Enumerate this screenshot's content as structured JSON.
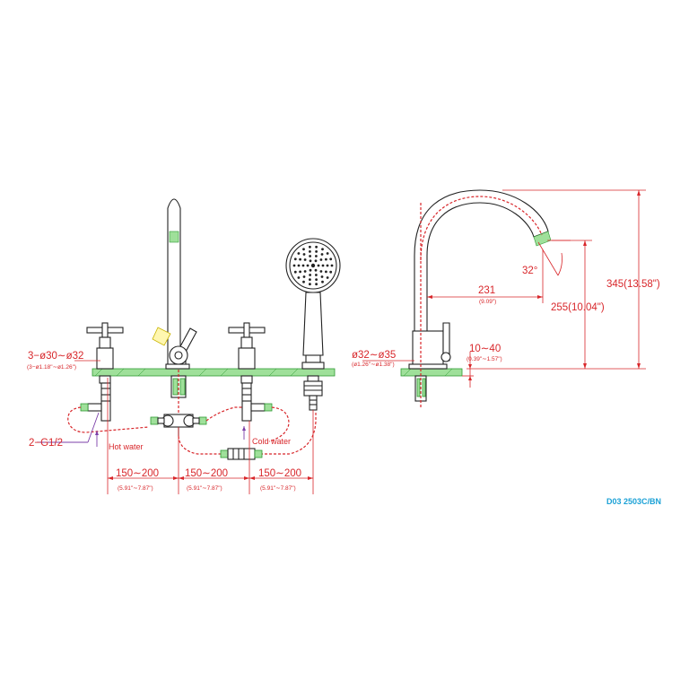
{
  "product_code": "D03 2503C/BN",
  "front_view": {
    "hole_dim": "3−ø30∼ø32",
    "hole_dim_inch": "(3−ø1.18\"∼ø1.26\")",
    "thread_label": "2−G1/2",
    "hot_water_label": "Hot water",
    "cold_water_label": "Cold water",
    "spacings": [
      {
        "mm": "150∼200",
        "inch": "(5.91\"∼7.87\")"
      },
      {
        "mm": "150∼200",
        "inch": "(5.91\"∼7.87\")"
      },
      {
        "mm": "150∼200",
        "inch": "(5.91\"∼7.87\")"
      }
    ]
  },
  "side_view": {
    "angle": "32°",
    "reach": "231",
    "reach_inch": "(9.09\")",
    "spout_height": "255(10.04\")",
    "total_height": "345(13.58\")",
    "base_hole": "ø32∼ø35",
    "base_hole_inch": "(ø1.26\"∼ø1.38\")",
    "deck_thickness": "10∼40",
    "deck_thickness_inch": "(0.39\"∼1.57\")"
  },
  "colors": {
    "outline": "#222222",
    "dimension": "#d8262a",
    "deck": "#9fe09a",
    "code": "#1ba1d6"
  }
}
